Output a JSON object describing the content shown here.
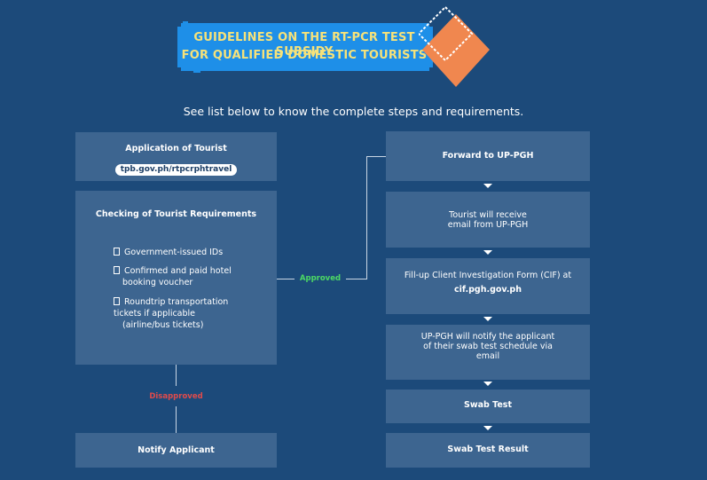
{
  "banner": {
    "line1": "GUIDELINES ON THE RT-PCR TEST SUBSIDY",
    "line2": "FOR QUALIFIED DOMESTIC TOURISTS"
  },
  "subtitle": "See list below to know the complete steps and requirements.",
  "left": {
    "application_title": "Application of Tourist",
    "application_link": "tpb.gov.ph/rtpcrphtravel",
    "checking_title": "Checking of Tourist Requirements",
    "requirements": [
      {
        "lines": [
          "Government-issued IDs"
        ]
      },
      {
        "lines": [
          "Confirmed and paid hotel",
          "booking voucher"
        ]
      },
      {
        "lines": [
          "Roundtrip transportation",
          "tickets if applicable",
          "(airline/bus tickets)"
        ]
      }
    ],
    "disapproved_label": "Disapproved",
    "notify": "Notify Applicant"
  },
  "approved_label": "Approved",
  "right": {
    "steps": [
      {
        "lines": [
          "Forward to UP-PGH"
        ]
      },
      {
        "lines": [
          "Tourist will receive",
          "email from UP-PGH"
        ]
      },
      {
        "lines": [
          "Fill-up Client Investigation Form (CIF) at",
          "cif.pgh.gov.ph"
        ]
      },
      {
        "lines": [
          "UP-PGH will notify the applicant",
          "of their swab test schedule via",
          "email"
        ]
      },
      {
        "lines": [
          "Swab Test"
        ]
      },
      {
        "lines": [
          "Swab Test Result"
        ]
      }
    ]
  },
  "colors": {
    "background": "#1c4a7a",
    "box": "#3d6590",
    "banner": "#1e8fe8",
    "banner_text": "#f6e27a",
    "diamond": "#f0874f",
    "approved": "#4cd964",
    "disapproved": "#e04b4b"
  }
}
